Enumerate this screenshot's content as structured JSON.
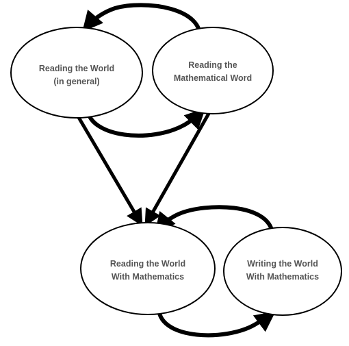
{
  "nodes": {
    "reading_world_general": {
      "line1": "Reading the World",
      "line2": "(in general)"
    },
    "reading_math_word": {
      "line1": "Reading the",
      "line2": "Mathematical Word"
    },
    "reading_world_math": {
      "line1": "Reading the World",
      "line2": "With Mathematics"
    },
    "writing_world_math": {
      "line1": "Writing the World",
      "line2": "With Mathematics"
    }
  },
  "colors": {
    "stroke": "#000000",
    "label": "#555555",
    "background": "#ffffff"
  }
}
